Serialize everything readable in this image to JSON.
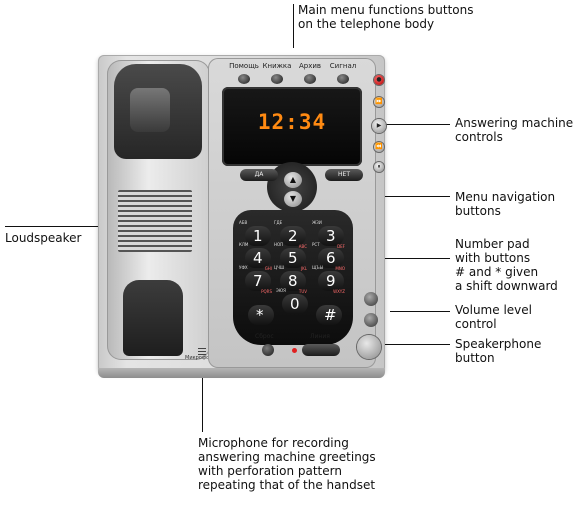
{
  "callouts": {
    "main_menu": "Main menu functions buttons\non the telephone body",
    "answering": "Answering machine\ncontrols",
    "menu_nav": "Menu navigation\nbuttons",
    "numpad": "Number pad\nwith buttons\n# and * given\na shift downward",
    "volume": "Volume level\ncontrol",
    "speakerphone": "Speakerphone\nbutton",
    "loudspeaker": "Loudspeaker",
    "microphone": "Microphone for recording\nanswering machine greetings\nwith perforation pattern\nrepeating that of the handset"
  },
  "phone": {
    "menu_buttons": [
      "Помощь",
      "Книжка",
      "Архив",
      "Сигнал"
    ],
    "display_time": "12:34",
    "soft_left": "ДА",
    "soft_right": "НЕТ",
    "microphone_label": "Микрофон",
    "reset_label": "Сброс",
    "line_label": "Линия",
    "answering_icons": [
      "●",
      "⏩",
      "▶",
      "⏪",
      "⏸"
    ],
    "keys": [
      {
        "num": "1",
        "lat": "",
        "cyr": "АБВ"
      },
      {
        "num": "2",
        "lat": "ABC",
        "cyr": "ГДЕ"
      },
      {
        "num": "3",
        "lat": "DEF",
        "cyr": "ЖЗИ"
      },
      {
        "num": "4",
        "lat": "GHI",
        "cyr": "КЛМ"
      },
      {
        "num": "5",
        "lat": "JKL",
        "cyr": "НОП"
      },
      {
        "num": "6",
        "lat": "MNO",
        "cyr": "РСТ"
      },
      {
        "num": "7",
        "lat": "PQRS",
        "cyr": "УФХ"
      },
      {
        "num": "8",
        "lat": "TUV",
        "cyr": "ЦЧШ"
      },
      {
        "num": "9",
        "lat": "WXYZ",
        "cyr": "ЩЪЫ"
      },
      {
        "num": "*",
        "lat": "",
        "cyr": ""
      },
      {
        "num": "0",
        "lat": "",
        "cyr": "ЭЮЯ"
      },
      {
        "num": "#",
        "lat": "",
        "cyr": ""
      }
    ]
  }
}
